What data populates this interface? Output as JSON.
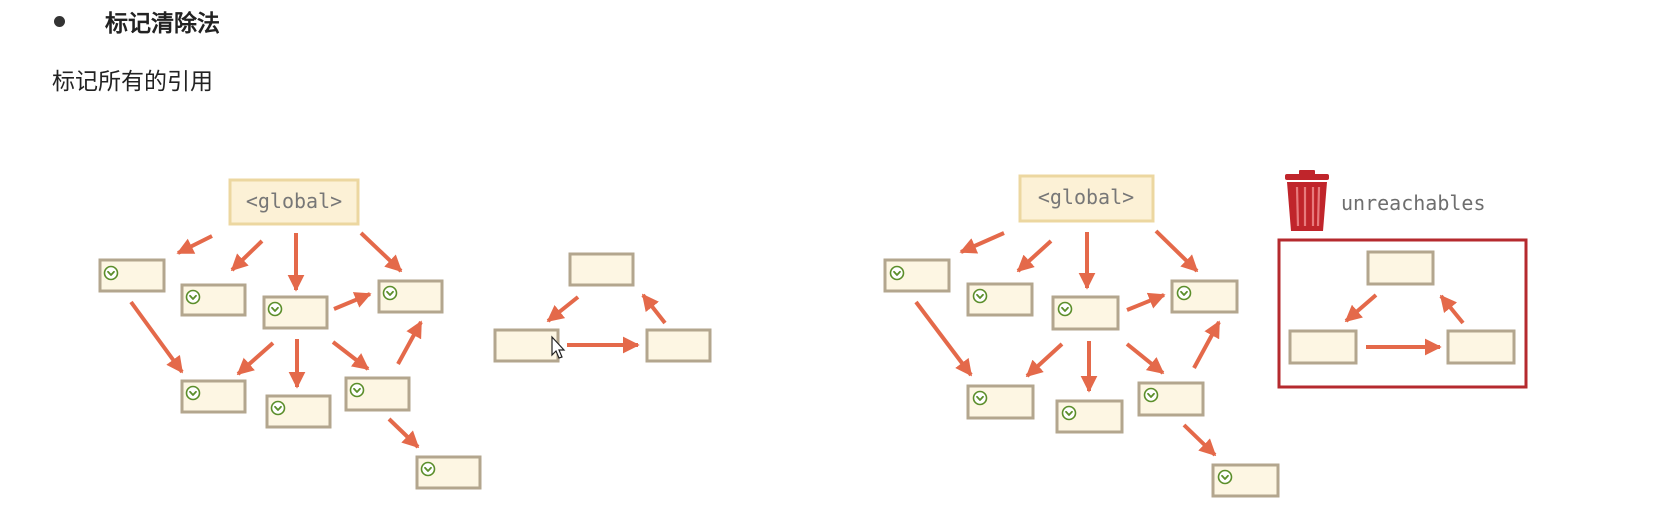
{
  "heading": {
    "text": "标记清除法"
  },
  "subheading": {
    "text": "标记所有的引用"
  },
  "diagrams": {
    "left": {
      "global_label": "<global>"
    },
    "right": {
      "global_label": "<global>",
      "unreachables_label": "unreachables"
    }
  },
  "colors": {
    "arrow": "#e4694a",
    "node_fill": "#fdf6e3",
    "node_border": "#b3a68e",
    "global_fill": "#fcf1d6",
    "global_border": "#ecd7a0",
    "mark": "#5b8e2b",
    "trash": "#c0252b",
    "unreachables_frame": "#b52a2e"
  },
  "icons": {
    "trash": "trash-can-icon",
    "mark": "check-circle-icon",
    "cursor": "mouse-cursor-icon"
  }
}
